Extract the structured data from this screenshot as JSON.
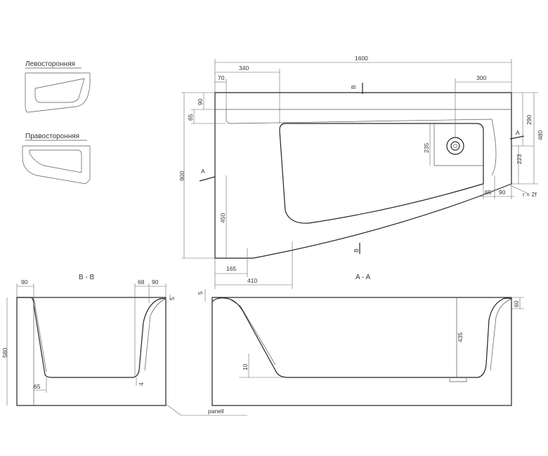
{
  "legend": {
    "left_label": "Левосторонняя",
    "right_label": "Правосторонняя"
  },
  "sections": {
    "b_b": "B - B",
    "a_a": "A - A",
    "marker_a": "A",
    "marker_b": "B"
  },
  "top_view": {
    "overall_length": "1600",
    "width": "900",
    "d_340": "340",
    "d_70": "70",
    "d_300": "300",
    "d_90_top": "90",
    "d_65_left": "65",
    "d_235": "235",
    "d_290": "290",
    "d_480": "480",
    "d_223": "223",
    "radius": "r = 2f",
    "d_65_bottom": "65",
    "d_90_bottom": "90",
    "d_450": "450",
    "d_165": "165",
    "d_410": "410"
  },
  "section_bb": {
    "d_90_left": "90",
    "d_68": "68",
    "d_90_right": "90",
    "d_580": "580",
    "d_65": "65",
    "d_4": "4",
    "d_5": "5"
  },
  "section_aa": {
    "d_5": "5",
    "d_10": "10",
    "d_435": "435",
    "d_60": "60",
    "panel": "panell"
  }
}
